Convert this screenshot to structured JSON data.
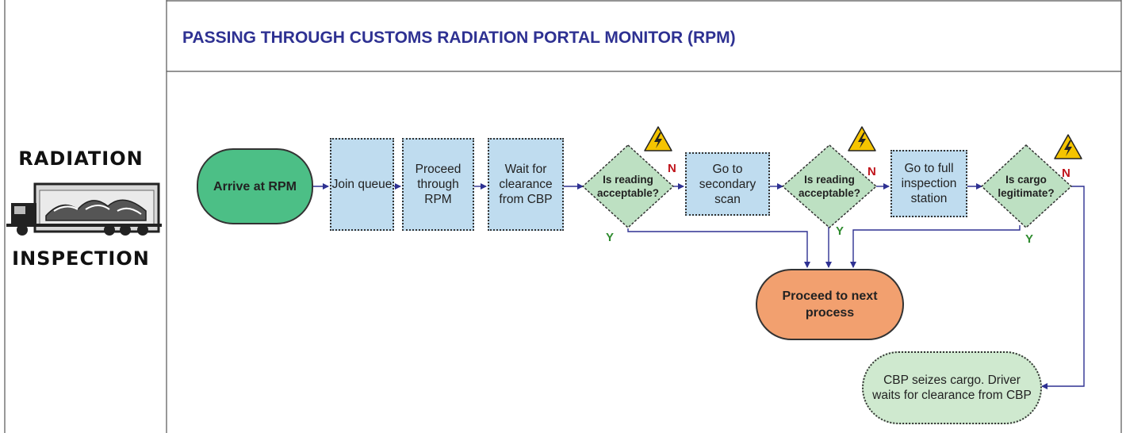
{
  "title": "PASSING THROUGH CUSTOMS RADIATION PORTAL MONITOR (RPM)",
  "side": {
    "top_word": "RADIATION",
    "bottom_word": "INSPECTION"
  },
  "nodes": {
    "arrive": "Arrive at RPM",
    "join_queue": "Join queue",
    "proceed_rpm": "Proceed through RPM",
    "wait_clearance": "Wait for clearance from CBP",
    "decision_1": "Is reading acceptable?",
    "secondary_scan": "Go to secondary scan",
    "decision_2": "Is reading acceptable?",
    "full_inspection": "Go to full inspection station",
    "decision_3": "Is cargo legitimate?",
    "next_process": "Proceed to next process",
    "seize": "CBP seizes cargo. Driver waits for clearance from CBP"
  },
  "branch_labels": {
    "no": "N",
    "yes": "Y"
  },
  "colors": {
    "title": "#2e3192",
    "process_fill": "#bfdcef",
    "start_fill": "#4cbf86",
    "decision_fill": "#bde0c2",
    "next_fill": "#f2a06f",
    "seize_fill": "#cfe9cf",
    "connector": "#2e3192",
    "warning": "#f5c400"
  },
  "icons": [
    "warning-triangle-icon",
    "truck-icon"
  ]
}
